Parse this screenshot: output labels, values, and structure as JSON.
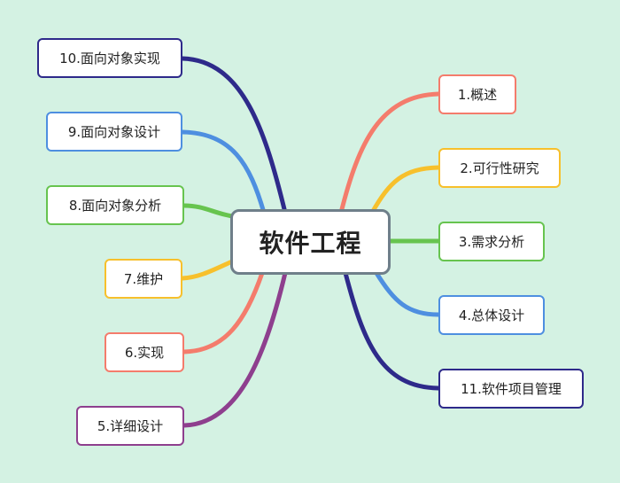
{
  "center": {
    "label": "软件工程"
  },
  "right_branches": [
    {
      "label": "1.概述",
      "color": "#f47c6c"
    },
    {
      "label": "2.可行性研究",
      "color": "#f7c02c"
    },
    {
      "label": "3.需求分析",
      "color": "#67c44f"
    },
    {
      "label": "4.总体设计",
      "color": "#4e8fe0"
    },
    {
      "label": "11.软件项目管理",
      "color": "#2e2a8a"
    }
  ],
  "left_branches": [
    {
      "label": "10.面向对象实现",
      "color": "#2e2a8a"
    },
    {
      "label": "9.面向对象设计",
      "color": "#4e8fe0"
    },
    {
      "label": "8.面向对象分析",
      "color": "#67c44f"
    },
    {
      "label": "7.维护",
      "color": "#f7c02c"
    },
    {
      "label": "6.实现",
      "color": "#f47c6c"
    },
    {
      "label": "5.详细设计",
      "color": "#8e3f8e"
    }
  ]
}
